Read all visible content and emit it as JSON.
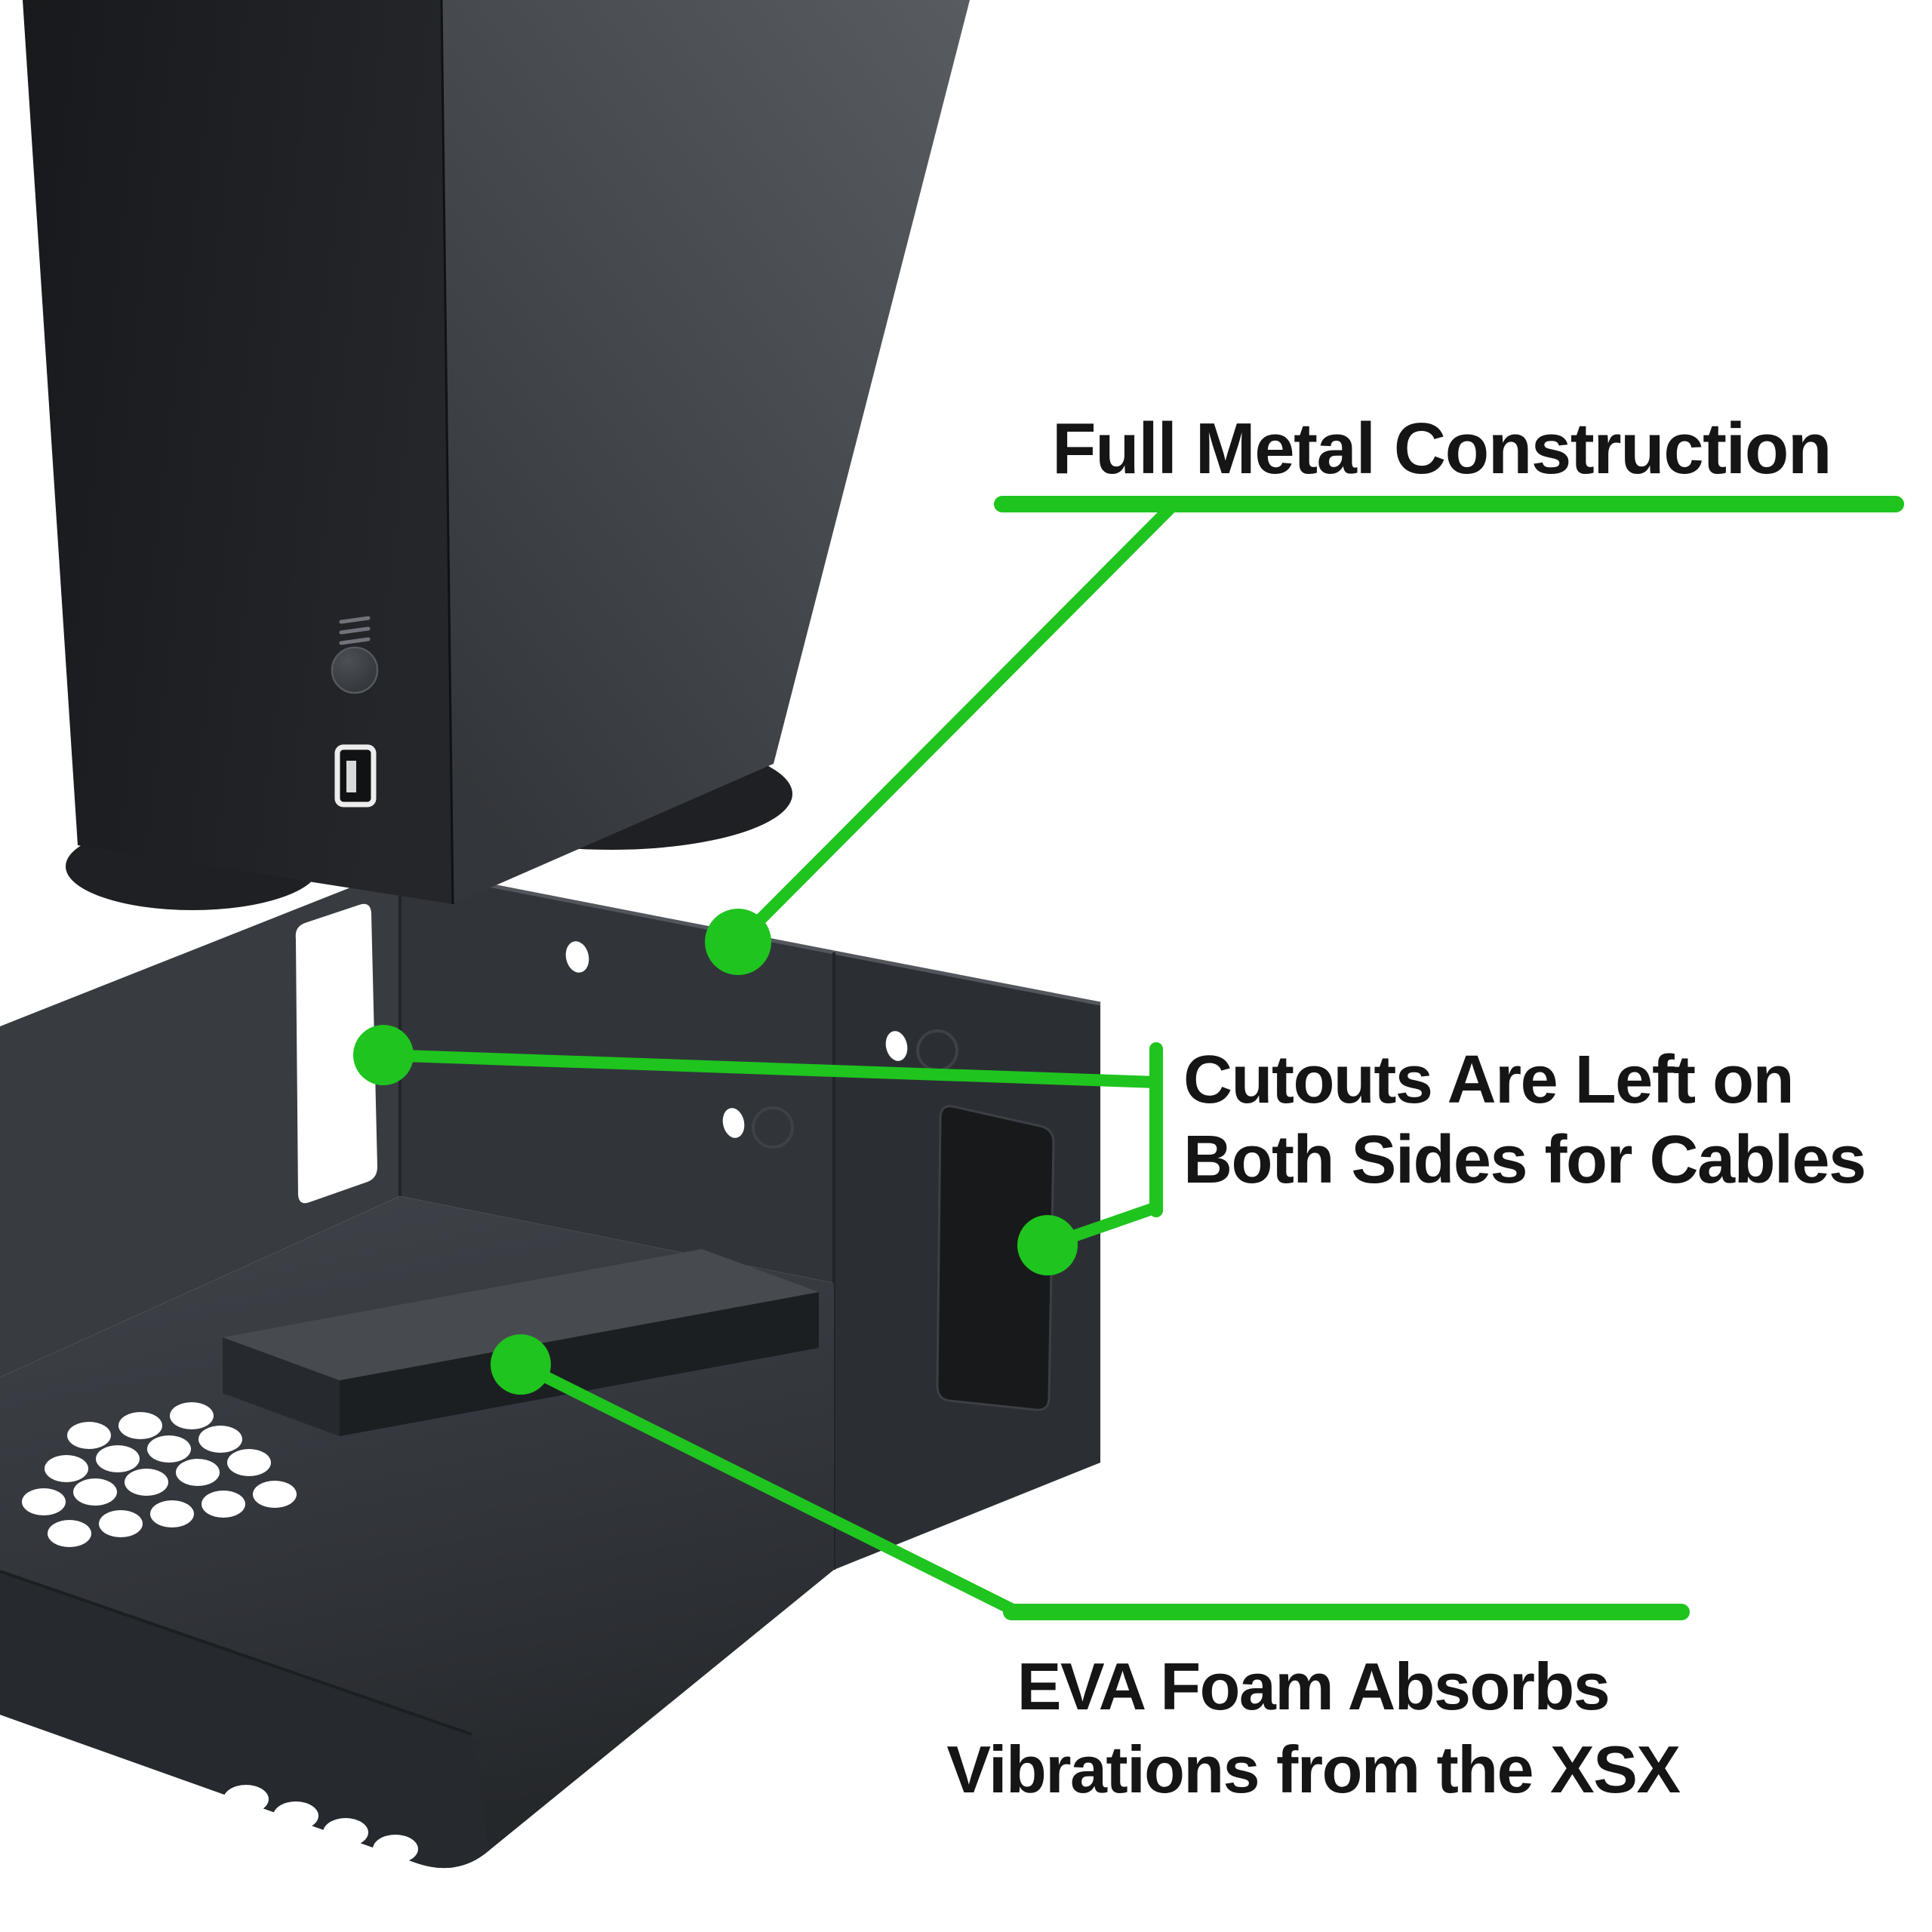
{
  "page": {
    "type": "product-feature-annotation",
    "background": "#ffffff"
  },
  "colors": {
    "accent_green": "#1fc41f",
    "text": "#151515",
    "console_body": "#1b1d20",
    "bracket_metal": "#2e3236"
  },
  "callouts": {
    "full_metal": {
      "label": "Full Metal Construction"
    },
    "cable_cutouts": {
      "line1": "Cutouts Are Left on",
      "line2": "Both Sides for Cables"
    },
    "eva_foam": {
      "line1": "EVA Foam Absorbs",
      "line2": "Vibrations from the XSX"
    }
  }
}
